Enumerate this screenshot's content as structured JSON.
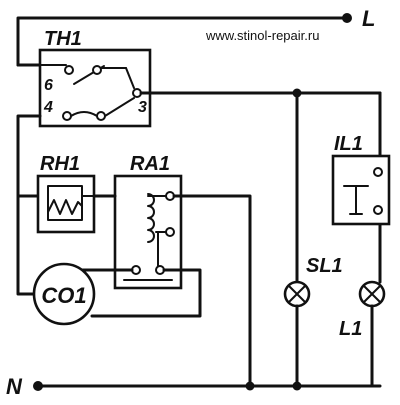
{
  "website": "www.stinol-repair.ru",
  "lines": {
    "live": "L",
    "neutral": "N"
  },
  "components": {
    "thermostat": {
      "label": "TH1",
      "pins": [
        "6",
        "4",
        "3"
      ]
    },
    "heater": {
      "label": "RH1"
    },
    "relay": {
      "label": "RA1"
    },
    "compressor": {
      "label": "CO1"
    },
    "door_switch": {
      "label": "IL1"
    },
    "signal_lamp": {
      "label": "SL1"
    },
    "interior_lamp": {
      "label": "L1"
    }
  }
}
